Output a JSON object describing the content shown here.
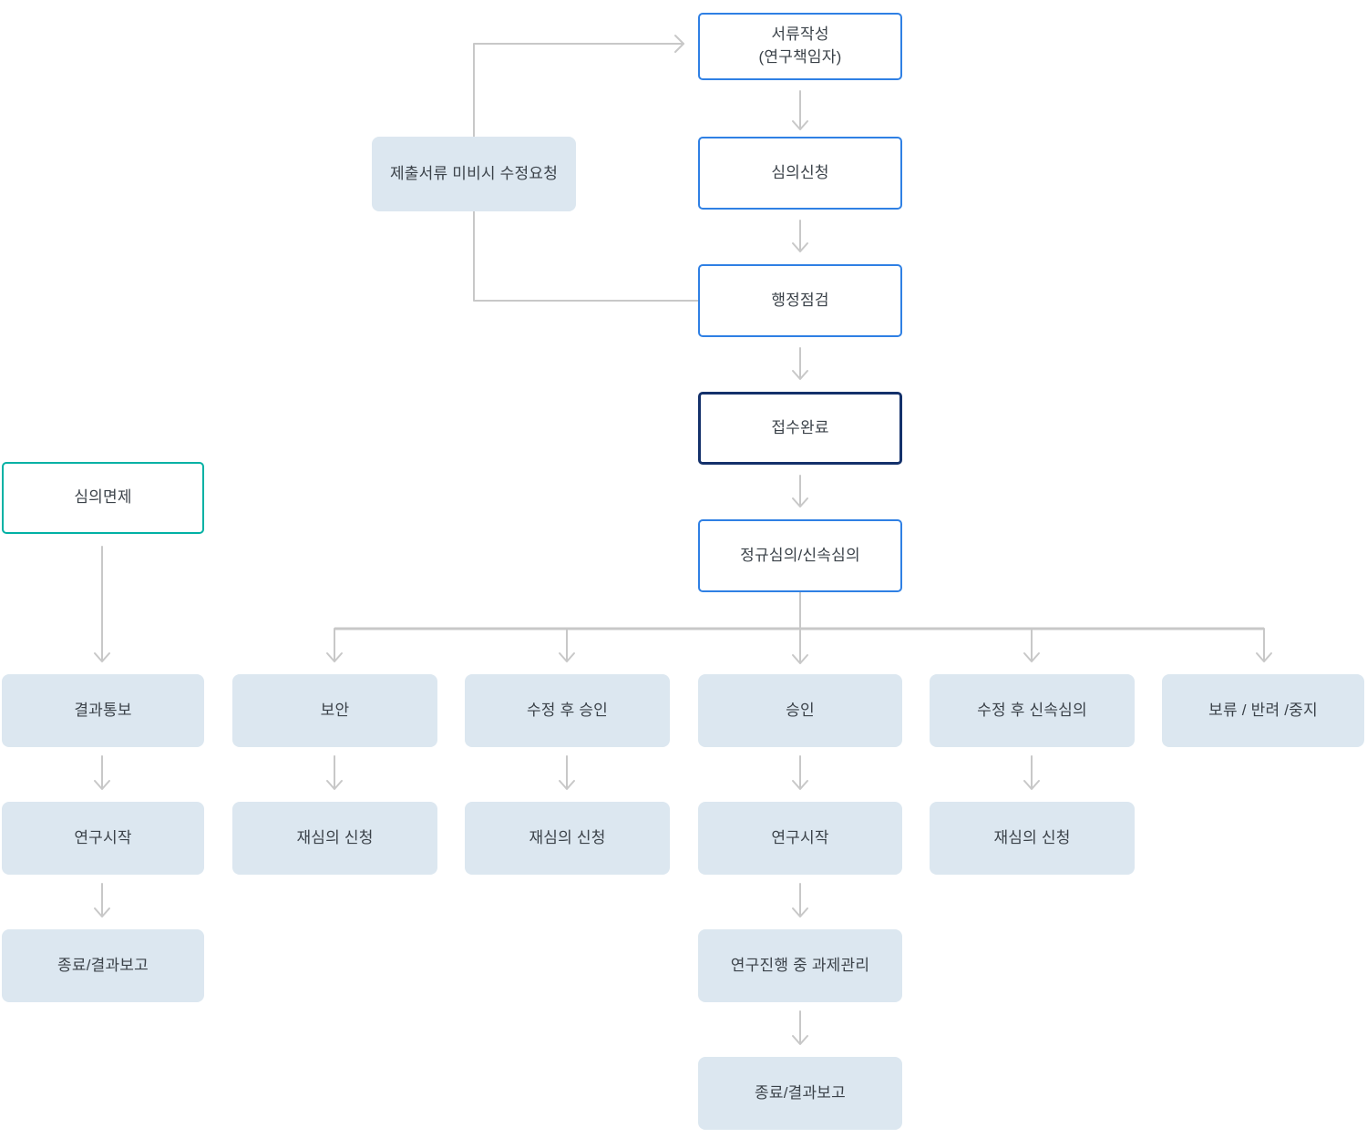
{
  "diagram": {
    "main_flow": {
      "doc_prep": {
        "line1": "서류작성",
        "line2": "(연구책임자)"
      },
      "review_apply": "심의신청",
      "admin_check": "행정점검",
      "receipt_complete": "접수완료",
      "review_type": "정규심의/신속심의"
    },
    "feedback": {
      "revision_request": "제출서류 미비시 수정요청"
    },
    "exemption_flow": {
      "exemption": "심의면제",
      "result_notice": "결과통보",
      "study_start": "연구시작",
      "end_report": "종료/결과보고"
    },
    "branch_row": {
      "supplement": "보안",
      "approval_after_revision": "수정 후 승인",
      "approval": "승인",
      "expedited_after_revision": "수정 후 신속심의",
      "hold_reject_stop": "보류 / 반려 /중지"
    },
    "outcomes": {
      "rereview_after_supplement": "재심의 신청",
      "rereview_after_revision": "재심의 신청",
      "study_start": "연구시작",
      "rereview_after_expedited": "재심의 신청",
      "task_management": "연구진행 중 과제관리",
      "end_report": "종료/결과보고"
    }
  },
  "colors": {
    "outline_blue": "#2F80E4",
    "outline_navy": "#14316B",
    "outline_teal": "#01B1A4",
    "node_fill": "#DCE7F0",
    "connector_gray": "#C8C8C8",
    "text": "#3B4249",
    "background": "#FFFFFF"
  }
}
